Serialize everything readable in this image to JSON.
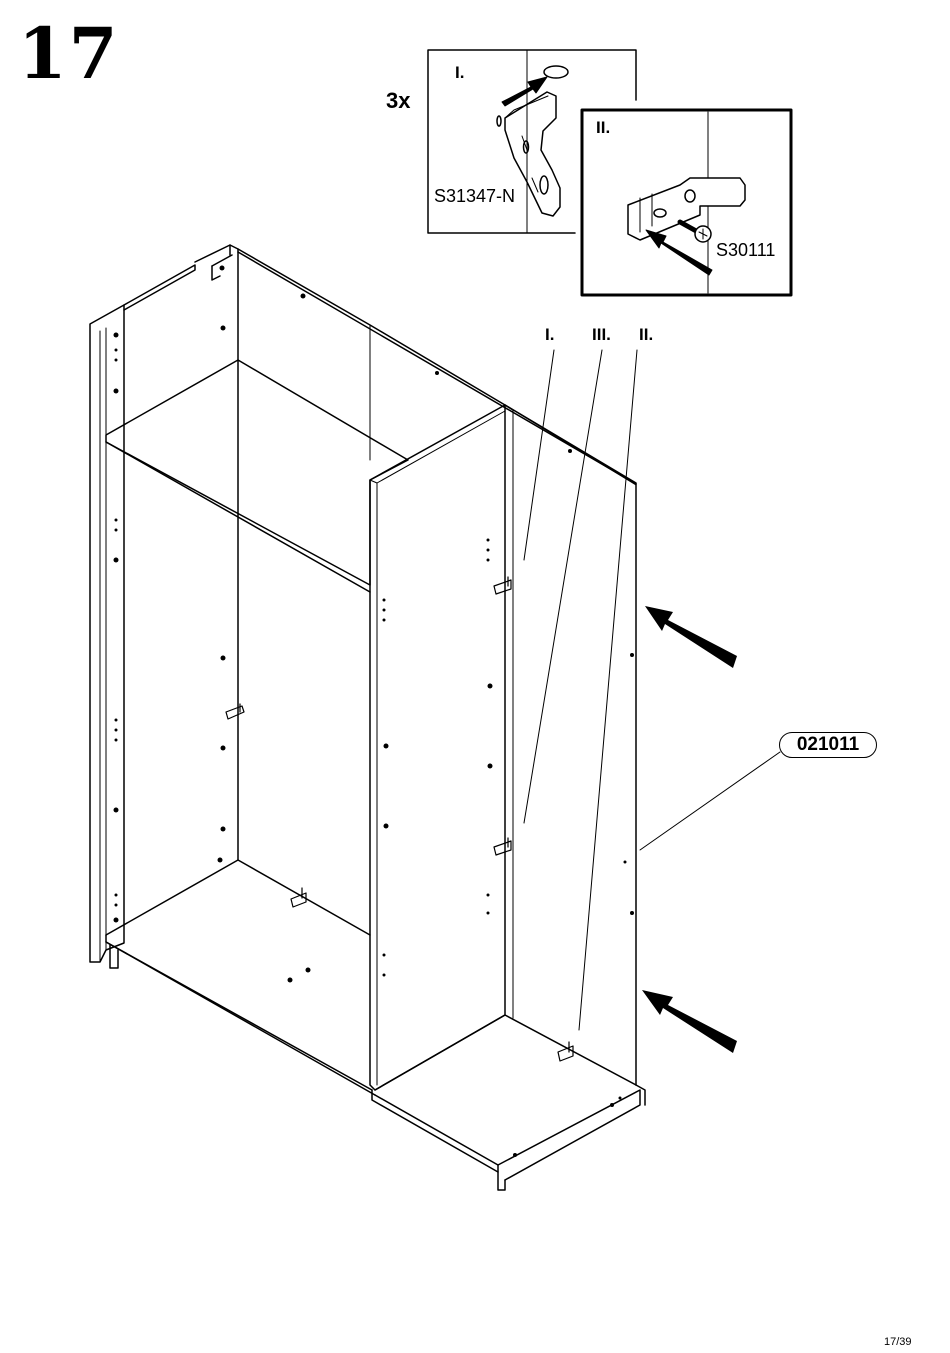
{
  "step": {
    "number": "17",
    "quantity": "3x",
    "page": "17/39"
  },
  "detail_i": {
    "label": "I.",
    "part": "S31347-N"
  },
  "detail_ii": {
    "label": "II.",
    "part": "S30111"
  },
  "callouts": {
    "i": "I.",
    "iii": "III.",
    "ii": "II."
  },
  "panel": {
    "code": "021011"
  },
  "colors": {
    "line": "#000000",
    "background": "#ffffff"
  }
}
